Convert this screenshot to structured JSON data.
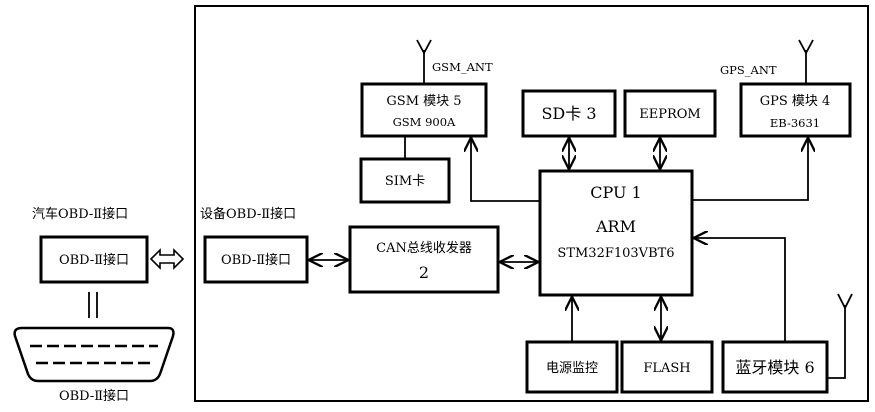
{
  "car_interface": {
    "caption": "汽车OBD-Ⅱ接口",
    "box_label": "OBD-Ⅱ接口",
    "connector_label": "OBD-Ⅱ接口"
  },
  "device": {
    "caption": "设备OBD-Ⅱ接口",
    "obd_box_label": "OBD-Ⅱ接口",
    "can": {
      "line1": "CAN总线收发器",
      "line2": "2"
    },
    "cpu": {
      "line1": "CPU 1",
      "line2": "ARM",
      "line3": "STM32F103VBT6"
    },
    "gsm": {
      "line1": "GSM 模块 5",
      "line2": "GSM 900A",
      "antenna": "GSM_ANT"
    },
    "sim": {
      "label": "SIM卡"
    },
    "sd": {
      "label": "SD卡 3"
    },
    "eeprom": {
      "label": "EEPROM"
    },
    "gps": {
      "line1": "GPS 模块 4",
      "line2": "EB-3631",
      "antenna": "GPS_ANT"
    },
    "power": {
      "label": "电源监控"
    },
    "flash": {
      "label": "FLASH"
    },
    "bt": {
      "label": "蓝牙模块 6"
    }
  }
}
